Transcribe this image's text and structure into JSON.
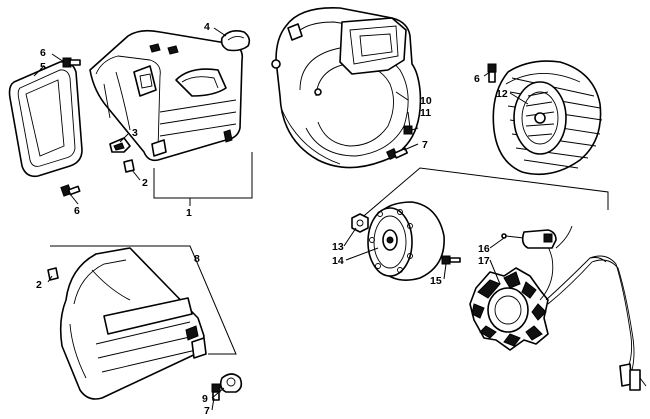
{
  "callouts": {
    "c1": "1",
    "c2a": "2",
    "c2b": "2",
    "c3": "3",
    "c4": "4",
    "c5": "5",
    "c6a": "6",
    "c6b": "6",
    "c6c": "6",
    "c7a": "7",
    "c7b": "7",
    "c8": "8",
    "c9": "9",
    "c10": "10",
    "c11": "11",
    "c12": "12",
    "c13": "13",
    "c14": "14",
    "c15": "15",
    "c16": "16",
    "c17": "17"
  }
}
